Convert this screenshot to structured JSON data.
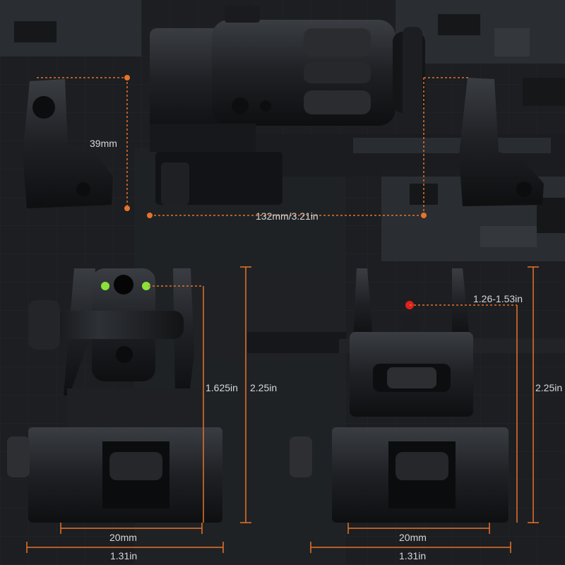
{
  "colors": {
    "accent": "#e8722a",
    "fiber_green": "#8be13a",
    "fiber_red": "#e0201d",
    "label_text": "#d7d7d7"
  },
  "labels": {
    "top_height": "39mm",
    "top_length": "132mm/3.21in",
    "rear_aperture_height": "1.625in",
    "rear_total_height": "2.25in",
    "front_post_height": "1.26-1.53in",
    "front_total_height": "2.25in",
    "rear_base_width_mm": "20mm",
    "rear_base_width_in": "1.31in",
    "front_base_width_mm": "20mm",
    "front_base_width_in": "1.31in"
  }
}
